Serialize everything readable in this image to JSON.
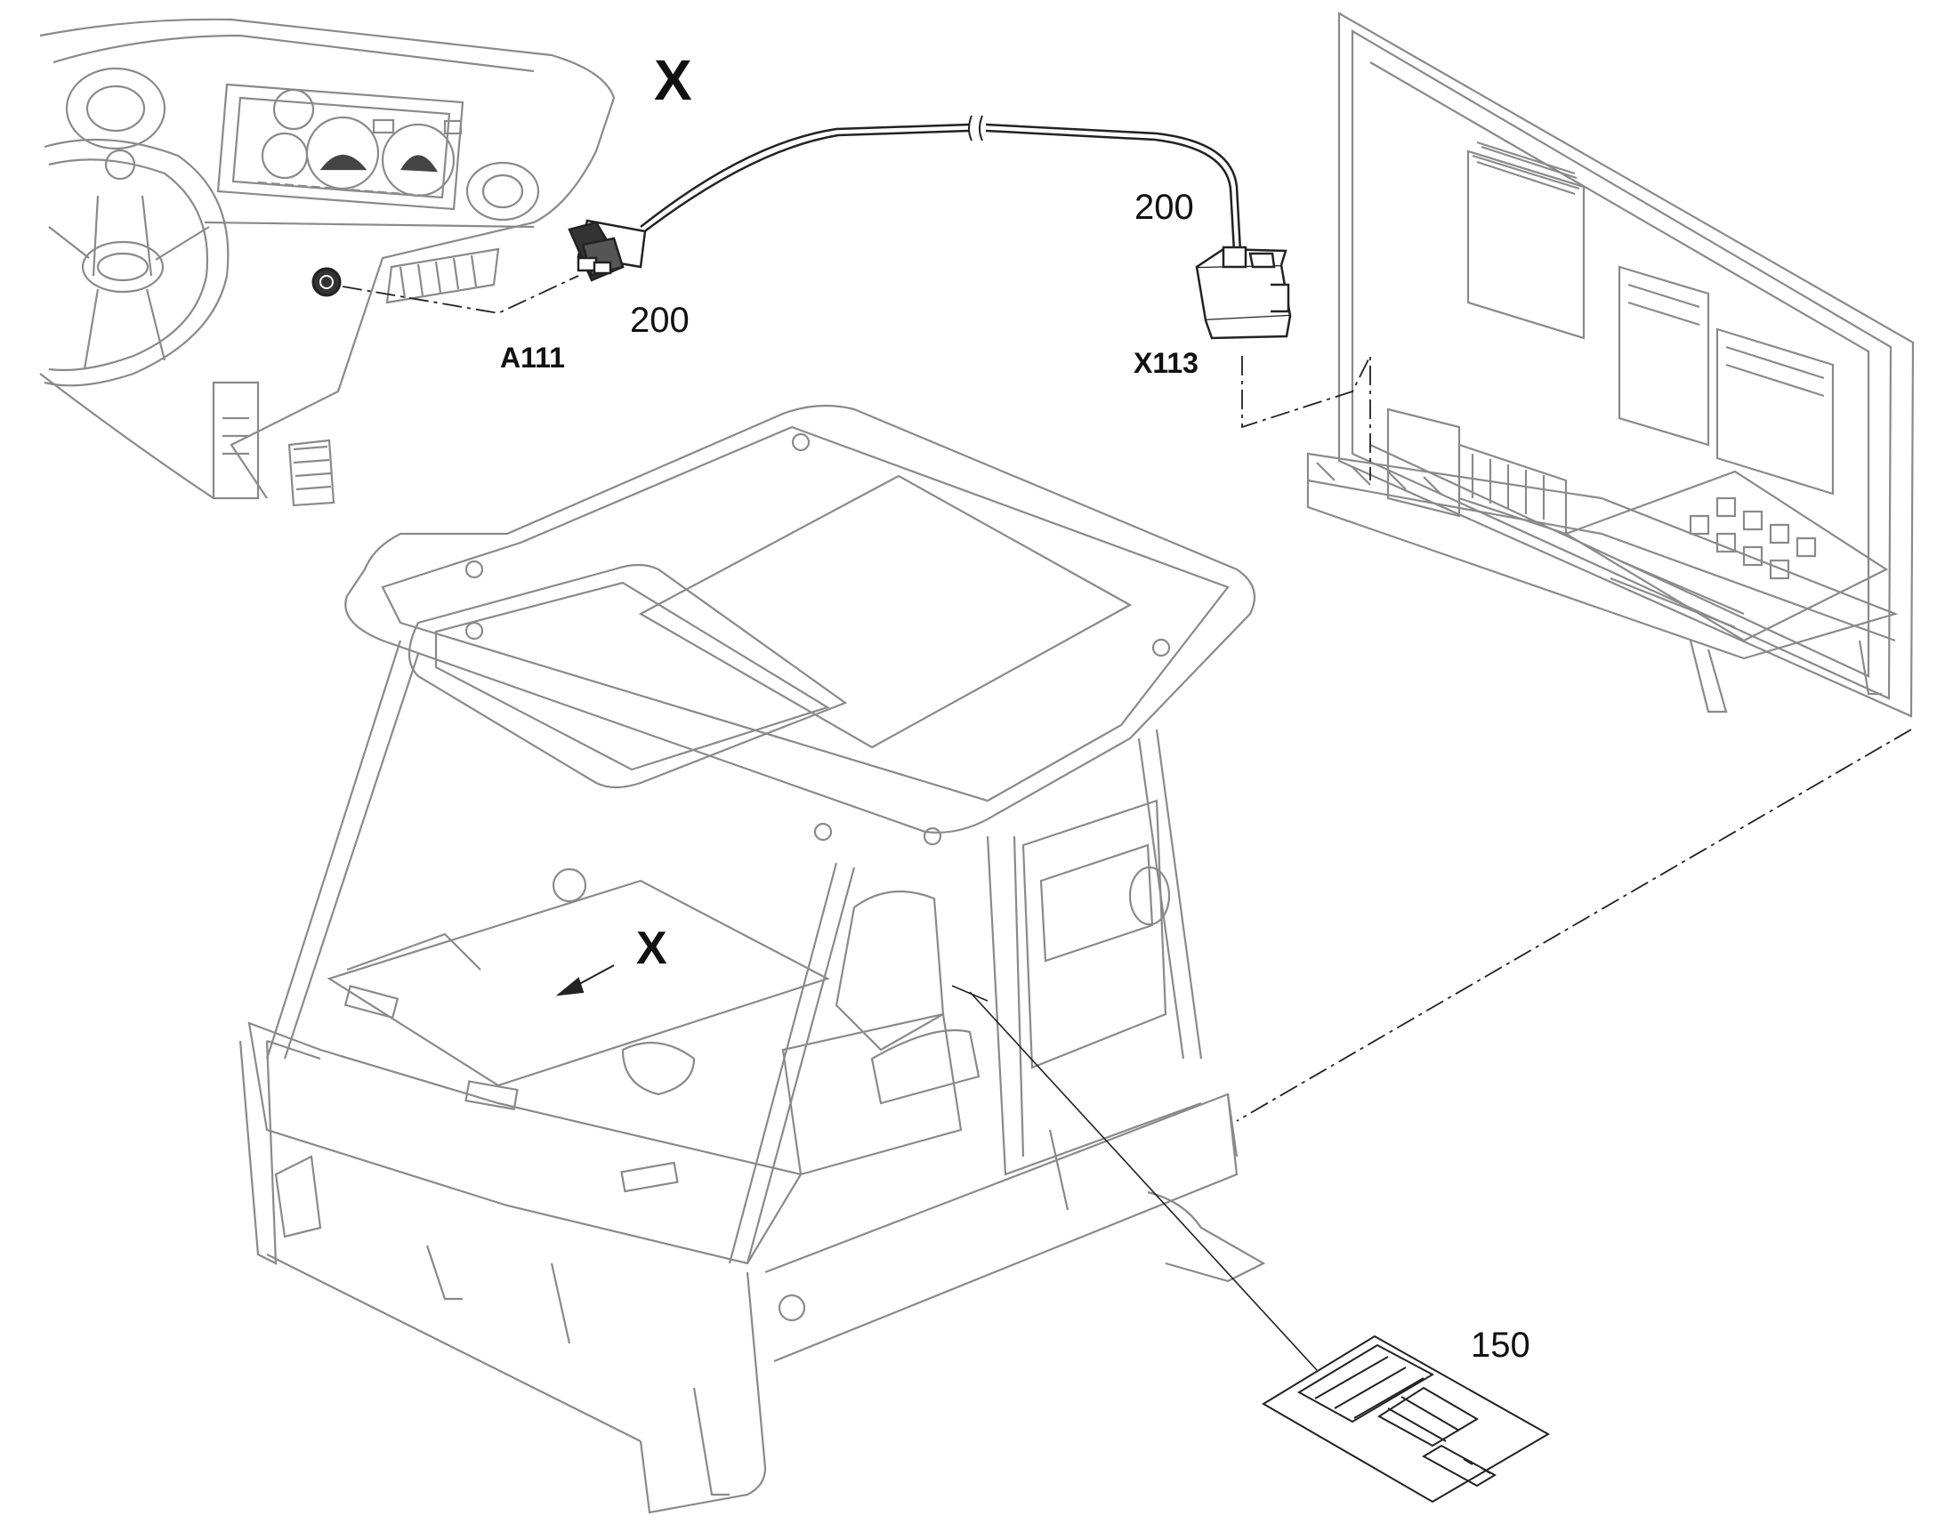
{
  "callouts": {
    "view_x_top": "X",
    "view_x_cab": "X",
    "a111": "A111",
    "x113": "X113",
    "ref_200_connector": "200",
    "ref_200_harness": "200",
    "ref_150": "150"
  },
  "colors": {
    "line": "#222222",
    "light_line": "#8a8a8a",
    "background": "#ffffff"
  }
}
